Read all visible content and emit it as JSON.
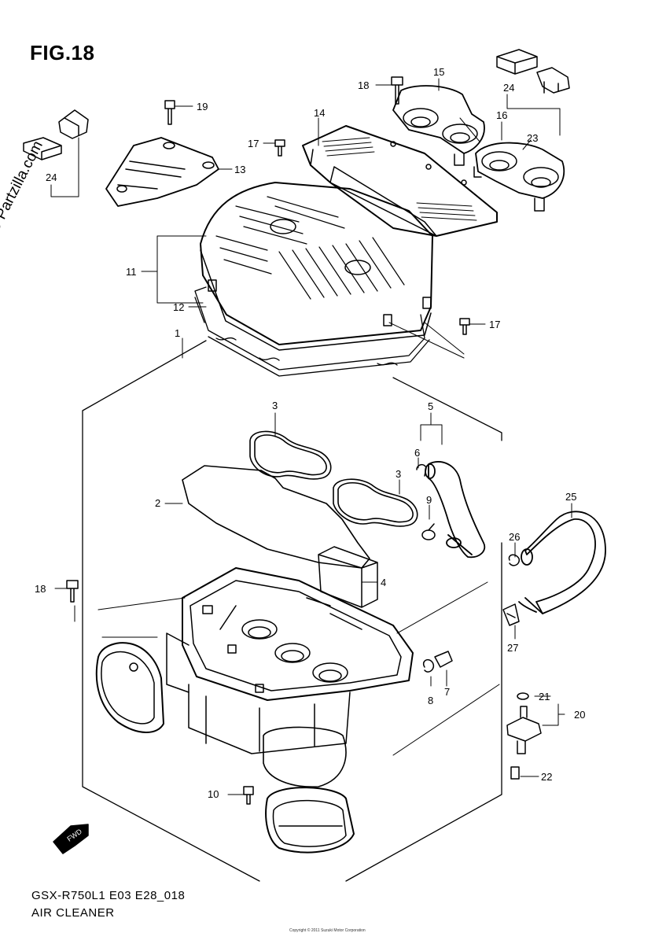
{
  "figure": {
    "title": "FIG.18"
  },
  "watermark": "© Partzilla.com",
  "footer": {
    "code": "GSX-R750L1 E03 E28_018",
    "caption": "AIR CLEANER",
    "fine_print": "Copyright © 2011 Suzuki Motor Corporation"
  },
  "fwd_label": "FWD",
  "callouts": [
    {
      "id": "c-1",
      "label": "1"
    },
    {
      "id": "c-2",
      "label": "2"
    },
    {
      "id": "c-3a",
      "label": "3"
    },
    {
      "id": "c-3b",
      "label": "3"
    },
    {
      "id": "c-4",
      "label": "4"
    },
    {
      "id": "c-5",
      "label": "5"
    },
    {
      "id": "c-6",
      "label": "6"
    },
    {
      "id": "c-7",
      "label": "7"
    },
    {
      "id": "c-8",
      "label": "8"
    },
    {
      "id": "c-9",
      "label": "9"
    },
    {
      "id": "c-10",
      "label": "10"
    },
    {
      "id": "c-11",
      "label": "11"
    },
    {
      "id": "c-12",
      "label": "12"
    },
    {
      "id": "c-13",
      "label": "13"
    },
    {
      "id": "c-14",
      "label": "14"
    },
    {
      "id": "c-15",
      "label": "15"
    },
    {
      "id": "c-16",
      "label": "16"
    },
    {
      "id": "c-17a",
      "label": "17"
    },
    {
      "id": "c-17b",
      "label": "17"
    },
    {
      "id": "c-18a",
      "label": "18"
    },
    {
      "id": "c-18b",
      "label": "18"
    },
    {
      "id": "c-19",
      "label": "19"
    },
    {
      "id": "c-20",
      "label": "20"
    },
    {
      "id": "c-21",
      "label": "21"
    },
    {
      "id": "c-22",
      "label": "22"
    },
    {
      "id": "c-23",
      "label": "23"
    },
    {
      "id": "c-24a",
      "label": "24"
    },
    {
      "id": "c-24b",
      "label": "24"
    },
    {
      "id": "c-25",
      "label": "25"
    },
    {
      "id": "c-26",
      "label": "26"
    },
    {
      "id": "c-27",
      "label": "27"
    }
  ]
}
